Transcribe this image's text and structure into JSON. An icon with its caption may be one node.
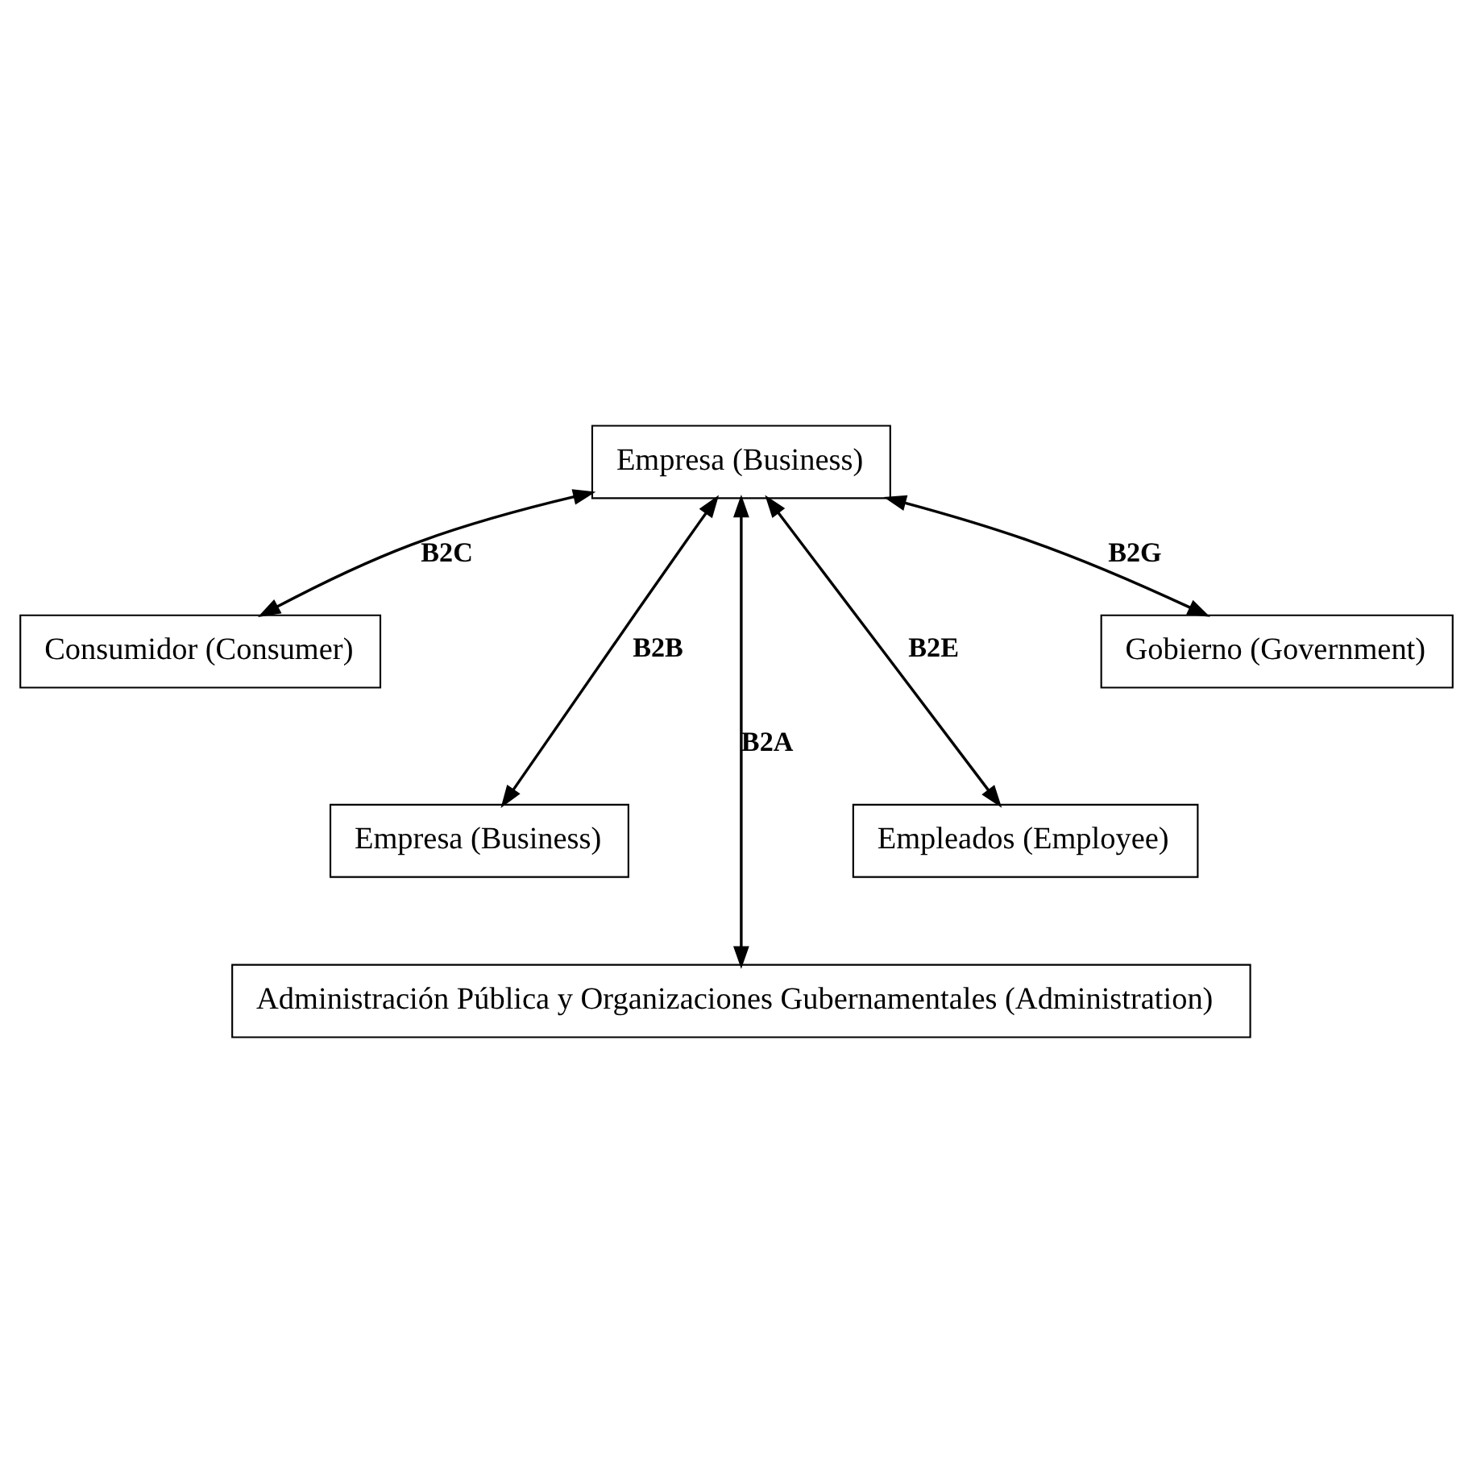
{
  "diagram": {
    "nodes": [
      {
        "text": [
          "Empresa (Business)"
        ]
      },
      {
        "text": [
          "Consumidor (Consumer)"
        ]
      },
      {
        "text": [
          "Gobierno (Government)"
        ]
      },
      {
        "text": [
          "Empresa (Business)"
        ]
      },
      {
        "text": [
          "Empleados (Employee)"
        ]
      },
      {
        "text": [
          "Administración Pública y Organizaciones Gubernamentales (Administration)"
        ]
      }
    ],
    "edges": [
      {
        "from": 0,
        "to": 1,
        "arrow": "both",
        "label": "B2C"
      },
      {
        "from": 0,
        "to": 2,
        "arrow": "both",
        "label": "B2G"
      },
      {
        "from": 0,
        "to": 3,
        "arrow": "both",
        "label": "B2B"
      },
      {
        "from": 0,
        "to": 4,
        "arrow": "both",
        "label": "B2E"
      },
      {
        "from": 0,
        "to": 5,
        "arrow": "both",
        "label": "B2A"
      }
    ]
  }
}
